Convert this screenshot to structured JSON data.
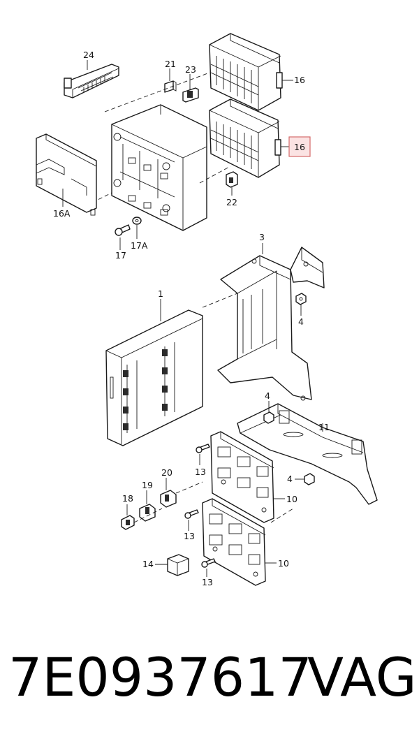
{
  "diagram": {
    "callouts": {
      "c24": "24",
      "c21": "21",
      "c23": "23",
      "c16a": "16",
      "c16b": "16",
      "c16A": "16A",
      "c22": "22",
      "c17": "17",
      "c17A": "17A",
      "c3": "3",
      "c4a": "4",
      "c1": "1",
      "c4b": "4",
      "c11": "11",
      "c20": "20",
      "c19": "19",
      "c18": "18",
      "c13a": "13",
      "c4c": "4",
      "c10a": "10",
      "c13b": "13",
      "c14": "14",
      "c10b": "10",
      "c13c": "13"
    },
    "highlight_color": "#e8a0a0",
    "highlight_stroke": "#d46a6a"
  },
  "footer": {
    "part_number": "7E0937617",
    "brand": "VAG"
  }
}
